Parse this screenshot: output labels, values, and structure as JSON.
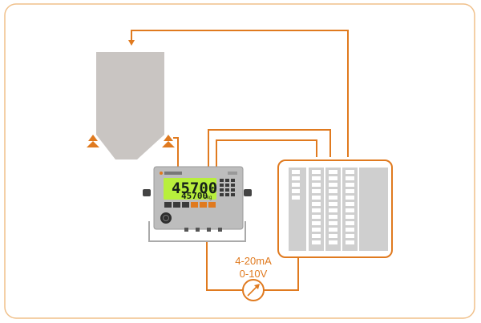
{
  "colors": {
    "line": "#e07a1f",
    "frame": "#f0c08a",
    "silo": "#c9c5c2",
    "indicator_body": "#bdbdbd",
    "lcd": "#b8ef3c",
    "plc_module": "#cfcfcf"
  },
  "indicator": {
    "display_main": "45700",
    "display_main_unit": "kg",
    "display_sub": "45700",
    "display_sub_unit": "kg",
    "keypad_icon": "keypad-icon",
    "power_icon": "power-button-icon"
  },
  "analog_output": {
    "label_line1": "4-20mA",
    "label_line2": "0-10V",
    "meter_icon": "gauge-icon"
  }
}
